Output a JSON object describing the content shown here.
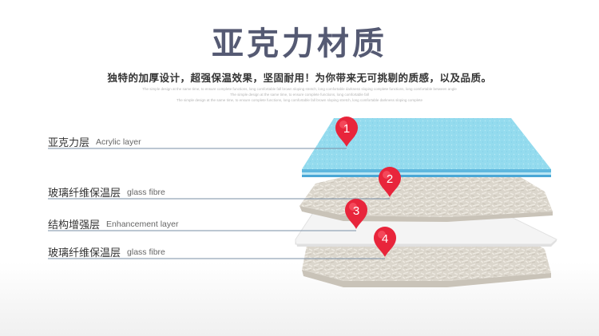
{
  "title": "亚克力材质",
  "subtitle": "独特的加厚设计，超强保温效果，坚固耐用！为你带来无可挑剔的质感，以及品质。",
  "fine_print": [
    "The simple design at the same time, to ensure complete functions, long comfortable fall brown sloping stretch, long comfortable darkness sloping complete functions, long comfortable between angle",
    "The simple design at the same time, to ensure complete functions, long comfortable fall",
    "The simple design at the same time, to ensure complete functions, long comfortable fall brown sloping stretch, long comfortable darkness sloping complete"
  ],
  "layers": [
    {
      "cn": "亚克力层",
      "en": "Acrylic layer",
      "pin": "1"
    },
    {
      "cn": "玻璃纤维保温层",
      "en": "glass fibre",
      "pin": "2"
    },
    {
      "cn": "结构增强层",
      "en": "Enhancement layer",
      "pin": "3"
    },
    {
      "cn": "玻璃纤维保温层",
      "en": "glass fibre",
      "pin": "4"
    }
  ],
  "colors": {
    "title": "#555a73",
    "acrylic": "#8fd8ec",
    "acrylic_edge": "#4aa7d6",
    "fibre": "#d9d4ca",
    "enhancement": "#f2f2f2",
    "pin": "#e8253b",
    "guide_line": "#7a8fa6"
  }
}
